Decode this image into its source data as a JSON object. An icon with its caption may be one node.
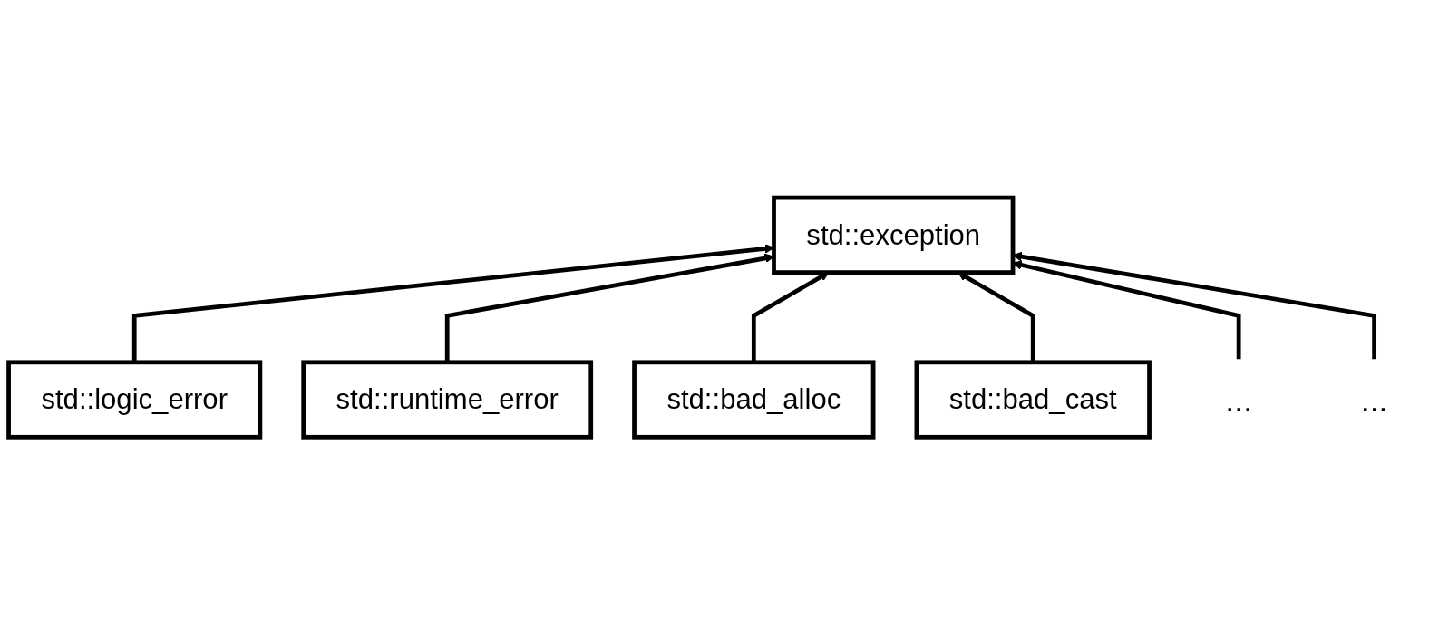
{
  "diagram": {
    "nodes": [
      {
        "text": [
          "std::exception"
        ]
      },
      {
        "text": [
          "std::logic_error"
        ]
      },
      {
        "text": [
          "std::runtime_error"
        ]
      },
      {
        "text": [
          "std::bad_alloc"
        ]
      },
      {
        "text": [
          "std::bad_cast"
        ]
      },
      {
        "text": [
          "..."
        ]
      },
      {
        "text": [
          "..."
        ]
      }
    ],
    "edges": [
      {
        "from": 1,
        "to": 0,
        "arrow": "to"
      },
      {
        "from": 2,
        "to": 0,
        "arrow": "to"
      },
      {
        "from": 3,
        "to": 0,
        "arrow": "to"
      },
      {
        "from": 4,
        "to": 0,
        "arrow": "to"
      },
      {
        "from": 5,
        "to": 0,
        "arrow": "to"
      },
      {
        "from": 6,
        "to": 0,
        "arrow": "to"
      }
    ]
  }
}
